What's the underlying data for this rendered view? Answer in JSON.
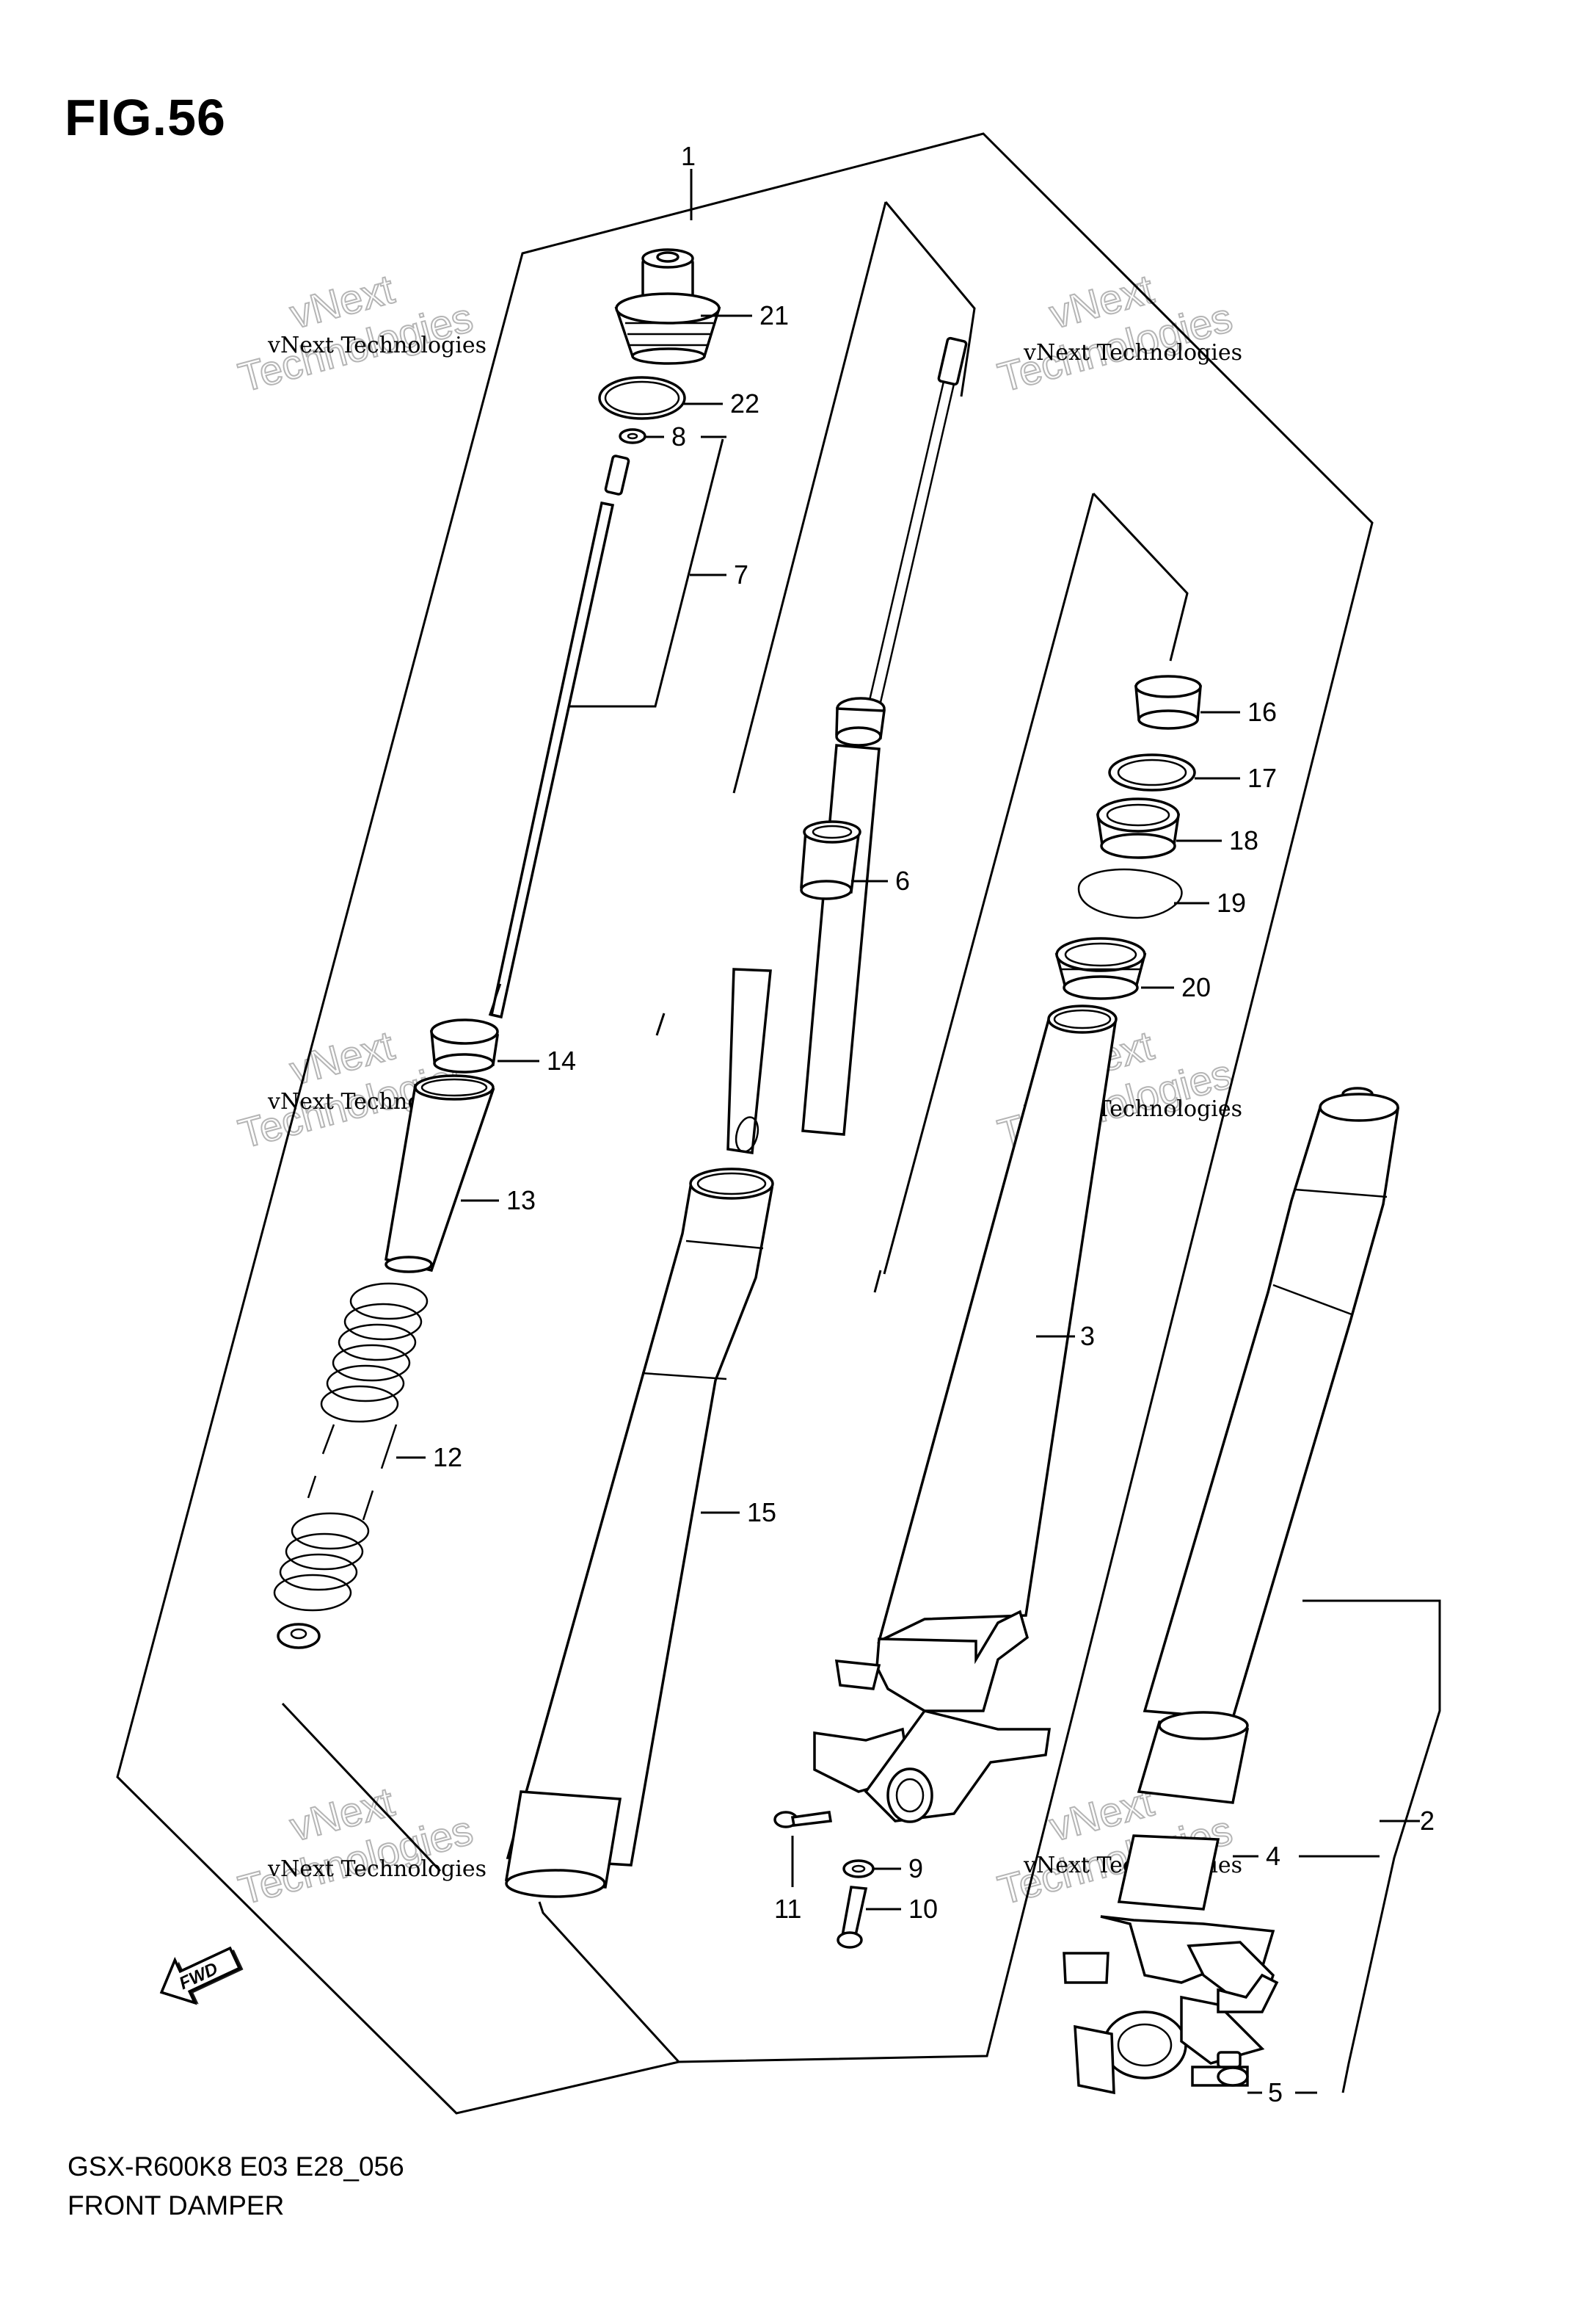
{
  "figure": {
    "title": "FIG.56",
    "model_code": "GSX-R600K8 E03 E28_056",
    "assembly_name": "FRONT DAMPER"
  },
  "watermark": {
    "small_text": "vNext Technologies",
    "big_line1": "vNext",
    "big_line2": "Technologies"
  },
  "callouts": [
    "1",
    "2",
    "3",
    "4",
    "5",
    "6",
    "7",
    "8",
    "9",
    "10",
    "11",
    "12",
    "13",
    "14",
    "15",
    "16",
    "17",
    "18",
    "19",
    "20",
    "21",
    "22"
  ],
  "fwd_arrow": {
    "text": "FWD"
  }
}
